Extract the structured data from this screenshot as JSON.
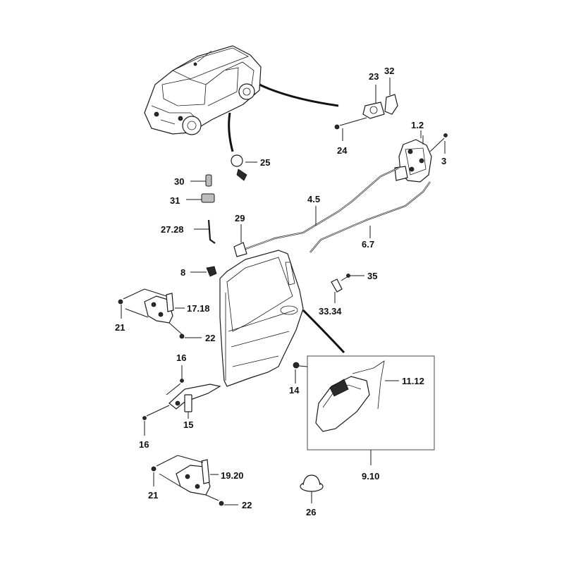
{
  "labels": {
    "l_23": "23",
    "l_32": "32",
    "l_1_2": "1.2",
    "l_3": "3",
    "l_24": "24",
    "l_25": "25",
    "l_30": "30",
    "l_31": "31",
    "l_4_5": "4.5",
    "l_6_7": "6.7",
    "l_29": "29",
    "l_27_28": "27.28",
    "l_8": "8",
    "l_35": "35",
    "l_33_34": "33.34",
    "l_17_18": "17.18",
    "l_21a": "21",
    "l_22a": "22",
    "l_16a": "16",
    "l_16b": "16",
    "l_15": "15",
    "l_14": "14",
    "l_11_12": "11.12",
    "l_9_10": "9.10",
    "l_19_20": "19.20",
    "l_21b": "21",
    "l_22b": "22",
    "l_26": "26"
  }
}
